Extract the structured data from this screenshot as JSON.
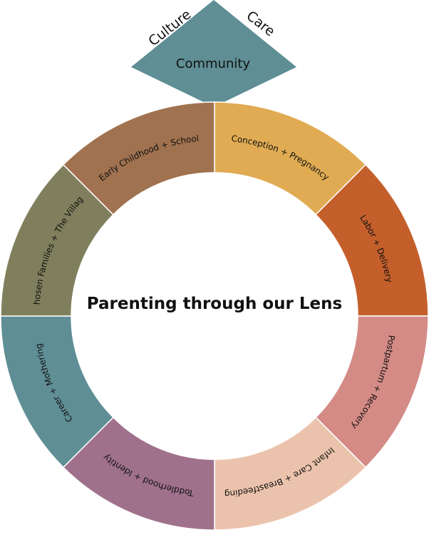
{
  "title": "Parenting through our Lens",
  "top": {
    "left": "Culture",
    "right": "Care",
    "center": "Community",
    "colors": {
      "left": "#8aa7ac",
      "right": "#a2b7bc",
      "center": "#5f8e95"
    }
  },
  "segments": [
    {
      "label": "Conception + Pregnancy",
      "color": "#e0ab52"
    },
    {
      "label": "Labor + Delivery",
      "color": "#c45f2c"
    },
    {
      "label": "Postpartum + Recovery",
      "color": "#d48b86"
    },
    {
      "label": "Infant Care + Breastfeeding",
      "color": "#ebc3ac"
    },
    {
      "label": "Toddlerhood + Identity",
      "color": "#a0718c"
    },
    {
      "label": "Career + Mothering",
      "color": "#5f8e95"
    },
    {
      "label": "Chosen Families + The Village",
      "color": "#7f7f5d"
    },
    {
      "label": "Early Childhood + School",
      "color": "#a0724f"
    }
  ]
}
